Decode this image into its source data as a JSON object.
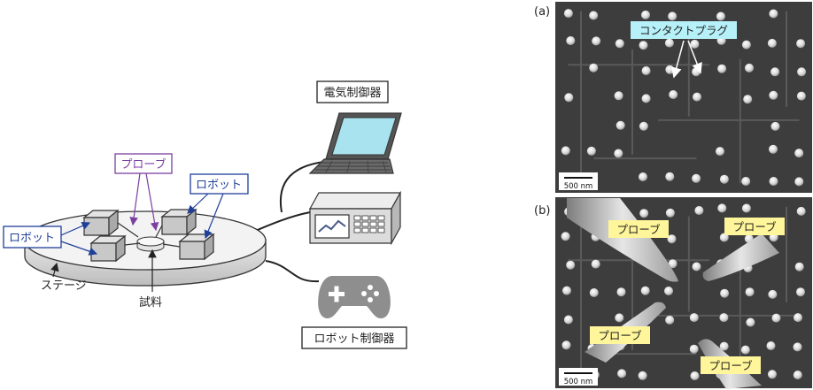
{
  "schematic": {
    "labels": {
      "electric_controller": "電気制御器",
      "probe": "プローブ",
      "robot_right": "ロボット",
      "robot_left": "ロボット",
      "stage": "ステージ",
      "sample": "試料",
      "robot_controller": "ロボット制御器"
    },
    "colors": {
      "probe_label": "#7b3fa0",
      "robot_label": "#1f3f99",
      "laptop_screen": "#a8e3ef",
      "controller_display": "#4a5a8a",
      "gamepad": "#8e8e8e"
    }
  },
  "panel_a": {
    "tag": "(a)",
    "callout": "コンタクトプラグ",
    "scale_bar": "500 nm",
    "colors": {
      "callout_bg": "#b6f0f8"
    }
  },
  "panel_b": {
    "tag": "(b)",
    "probe_labels": [
      "プローブ",
      "プローブ",
      "プローブ",
      "プローブ"
    ],
    "scale_bar": "500 nm",
    "colors": {
      "label_bg": "#fff59a"
    }
  }
}
